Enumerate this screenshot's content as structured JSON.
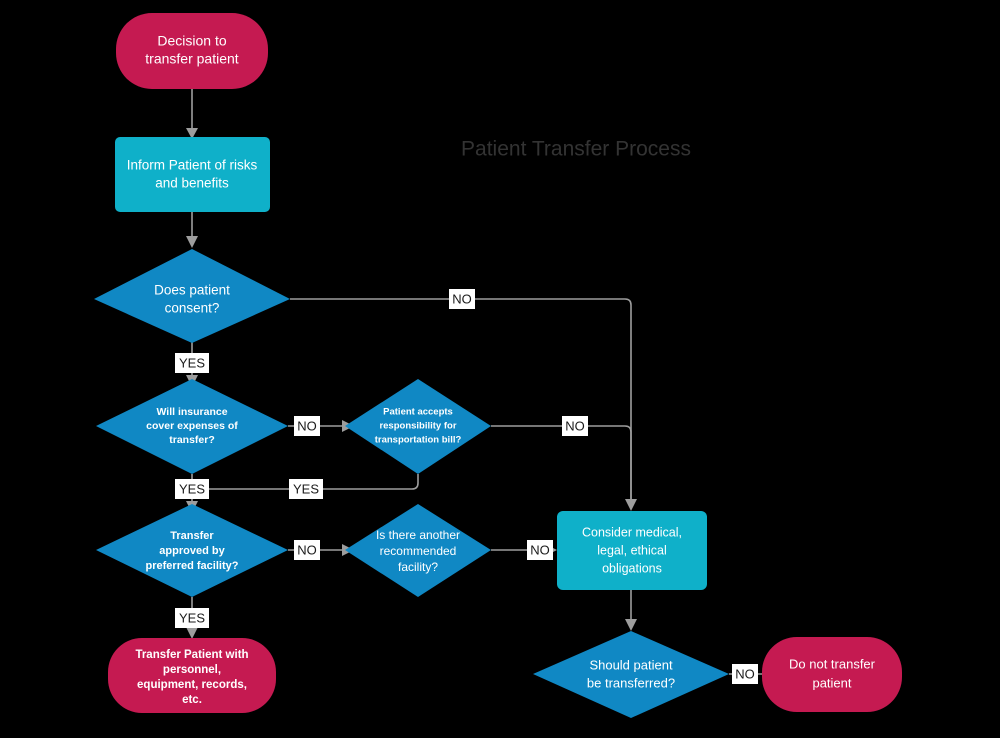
{
  "title": "Patient Transfer Process",
  "colors": {
    "background": "#000000",
    "terminal": "#c51a51",
    "process": "#0fb0c9",
    "decision": "#1088c4",
    "edge": "#9d9d9d",
    "title": "#333333",
    "label_bg": "#ffffff",
    "label_fg": "#1a1a1a",
    "node_fg": "#ffffff"
  },
  "nodes": {
    "start": {
      "type": "terminal",
      "label": "Decision to\ntransfer patient",
      "lines": [
        "Decision to",
        "transfer patient"
      ]
    },
    "inform": {
      "type": "process",
      "label": "Inform Patient of risks and benefits",
      "lines": [
        "Inform Patient of risks",
        "and benefits"
      ]
    },
    "consent": {
      "type": "decision",
      "label": "Does patient consent?",
      "lines": [
        "Does patient",
        "consent?"
      ]
    },
    "insurance": {
      "type": "decision",
      "label": "Will insurance cover expenses of transfer?",
      "lines": [
        "Will insurance",
        "cover expenses of",
        "transfer?"
      ]
    },
    "responsibility": {
      "type": "decision",
      "label": "Patient accepts responsibility for transportation bill?",
      "lines": [
        "Patient accepts",
        "responsibility for",
        "transportation bill?"
      ]
    },
    "approved": {
      "type": "decision",
      "label": "Transfer approved by preferred facility?",
      "lines": [
        "Transfer",
        "approved by",
        "preferred facility?"
      ]
    },
    "another": {
      "type": "decision",
      "label": "Is there another recommended facility?",
      "lines": [
        "Is there another",
        "recommended",
        "facility?"
      ]
    },
    "consider": {
      "type": "process",
      "label": "Consider medical, legal, ethical obligations",
      "lines": [
        "Consider medical,",
        "legal, ethical",
        "obligations"
      ]
    },
    "should": {
      "type": "decision",
      "label": "Should patient be transferred?",
      "lines": [
        "Should patient",
        "be transferred?"
      ]
    },
    "transfer": {
      "type": "terminal",
      "label": "Transfer Patient with personnel, equipment, records, etc.",
      "lines": [
        "Transfer Patient with",
        "personnel,",
        "equipment, records,",
        "etc."
      ]
    },
    "donot": {
      "type": "terminal",
      "label": "Do not transfer patient",
      "lines": [
        "Do not transfer",
        "patient"
      ]
    }
  },
  "edge_labels": {
    "consent_no": "NO",
    "consent_yes": "YES",
    "insurance_no": "NO",
    "insurance_yes": "YES",
    "responsibility_no": "NO",
    "responsibility_yes": "YES",
    "approved_no": "NO",
    "approved_yes": "YES",
    "another_no": "NO",
    "should_no": "NO"
  }
}
